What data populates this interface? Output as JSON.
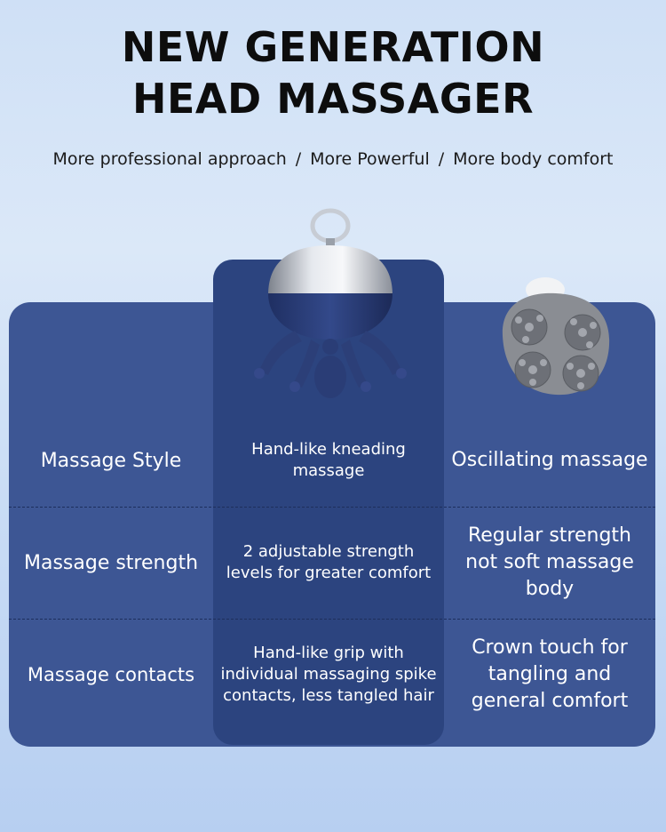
{
  "header": {
    "title_line1": "NEW GENERATION",
    "title_line2": "HEAD MASSAGER",
    "subtitle_items": [
      "More professional approach",
      "More Powerful",
      "More body comfort"
    ],
    "subtitle_separator": "/"
  },
  "comparison": {
    "rows": [
      {
        "label": "Massage Style",
        "new_product": "Hand-like kneading massage",
        "other_product": "Oscillating massage"
      },
      {
        "label": "Massage strength",
        "new_product": "2 adjustable strength levels for greater comfort",
        "other_product": "Regular strength not soft massage body"
      },
      {
        "label": "Massage contacts",
        "new_product": "Hand-like grip with individual massaging spike contacts, less tangled hair",
        "other_product": "Crown touch for tangling and general comfort"
      }
    ]
  },
  "colors": {
    "table_bg": "#3d5694",
    "highlight_col": "#2c447f",
    "text": "#ffffff",
    "title": "#0d0d0d"
  },
  "icons": {
    "new_product": "octopus-head-massager-icon",
    "other_product": "four-node-scalp-massager-icon"
  }
}
